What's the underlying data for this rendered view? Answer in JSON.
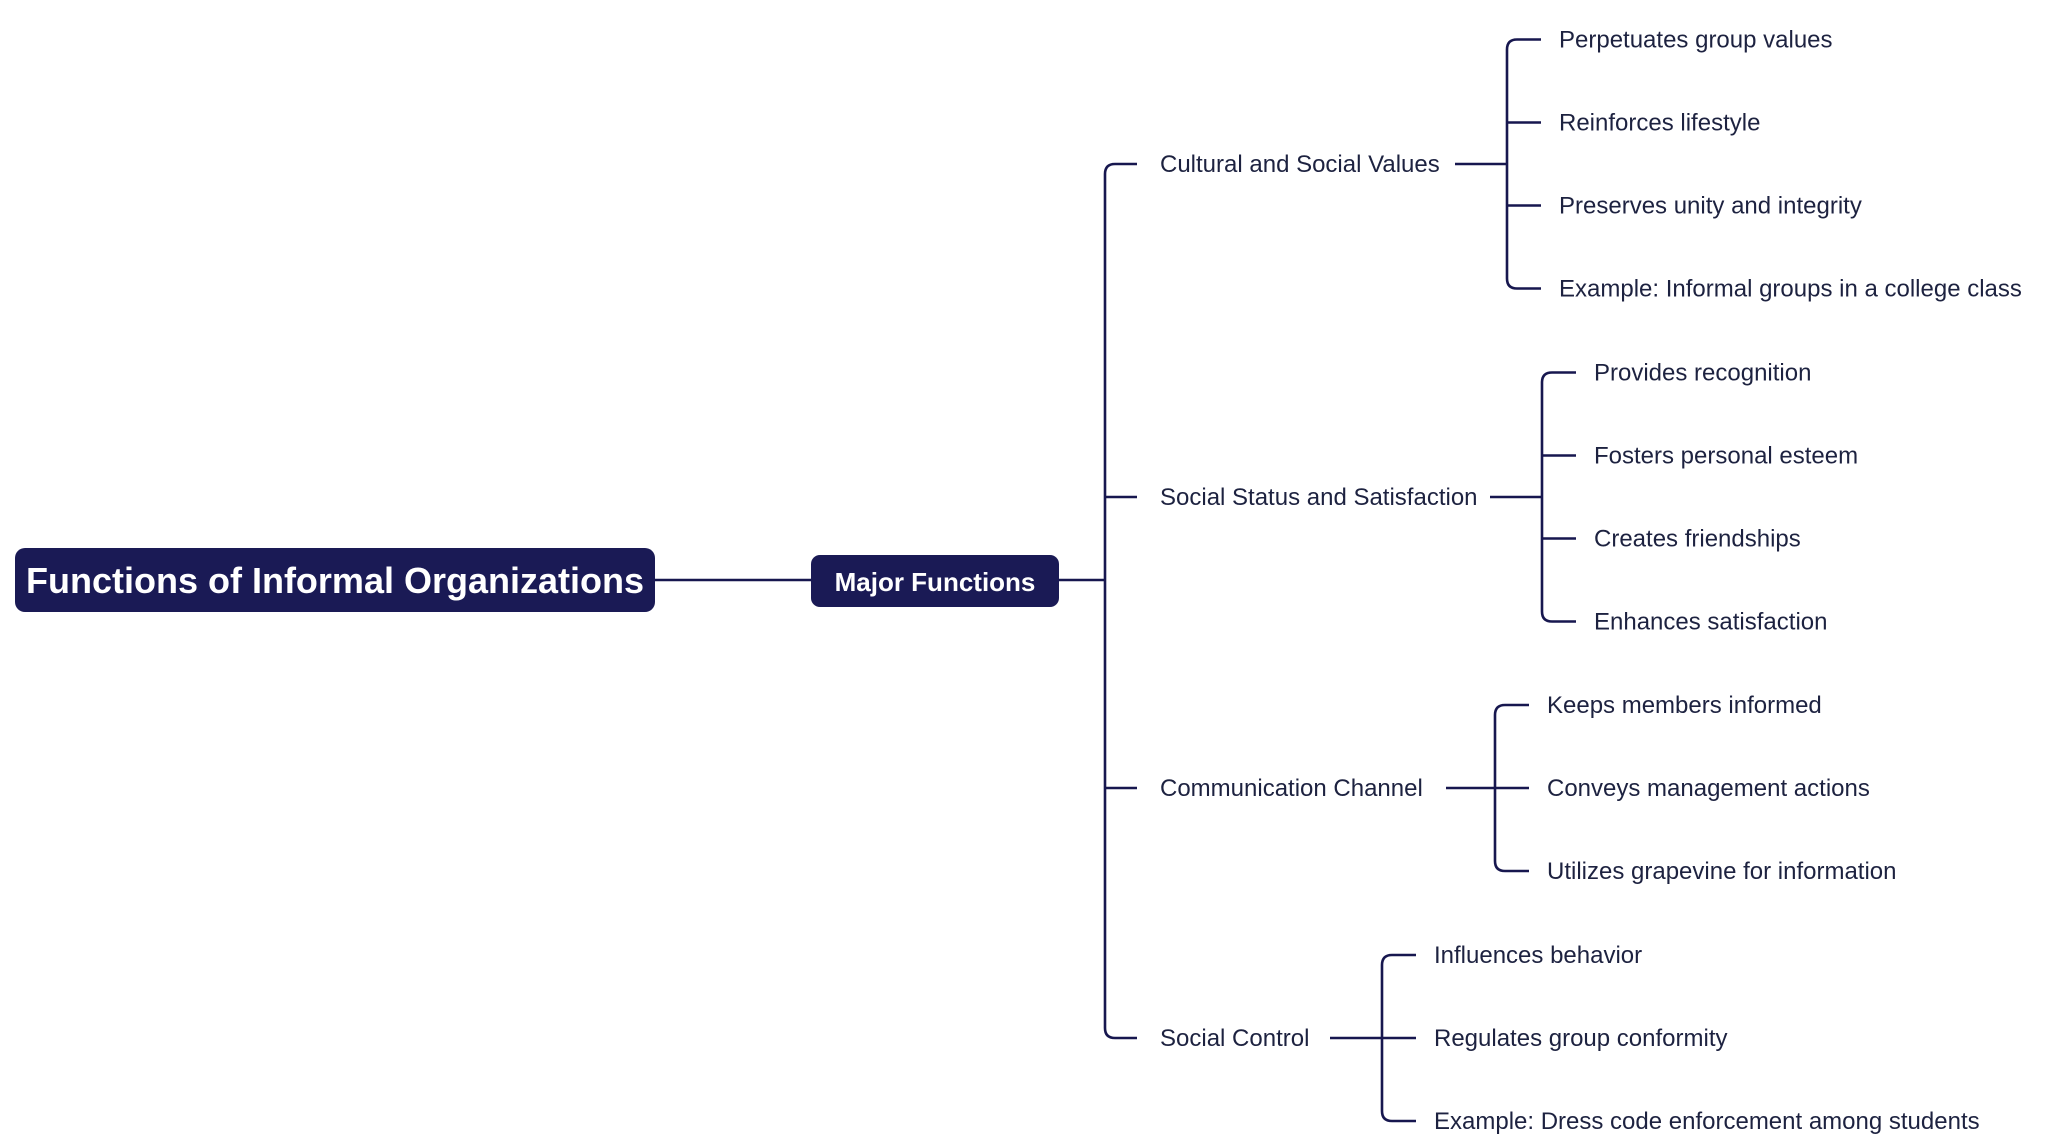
{
  "colors": {
    "node_fill": "#1a1a55",
    "line": "#17174f",
    "text_dark": "#1d2240",
    "text_light": "#ffffff",
    "background": "#ffffff"
  },
  "root": {
    "label": "Functions of Informal Organizations"
  },
  "center": {
    "label": "Major Functions"
  },
  "branches": [
    {
      "label": "Cultural and Social Values",
      "children": [
        "Perpetuates group values",
        "Reinforces lifestyle",
        "Preserves unity and integrity",
        "Example: Informal groups in a college class"
      ]
    },
    {
      "label": "Social Status and Satisfaction",
      "children": [
        "Provides recognition",
        "Fosters personal esteem",
        "Creates friendships",
        "Enhances satisfaction"
      ]
    },
    {
      "label": "Communication Channel",
      "children": [
        "Keeps members informed",
        "Conveys management actions",
        "Utilizes grapevine for information"
      ]
    },
    {
      "label": "Social Control",
      "children": [
        "Influences behavior",
        "Regulates group conformity",
        "Example: Dress code enforcement among students"
      ]
    }
  ]
}
